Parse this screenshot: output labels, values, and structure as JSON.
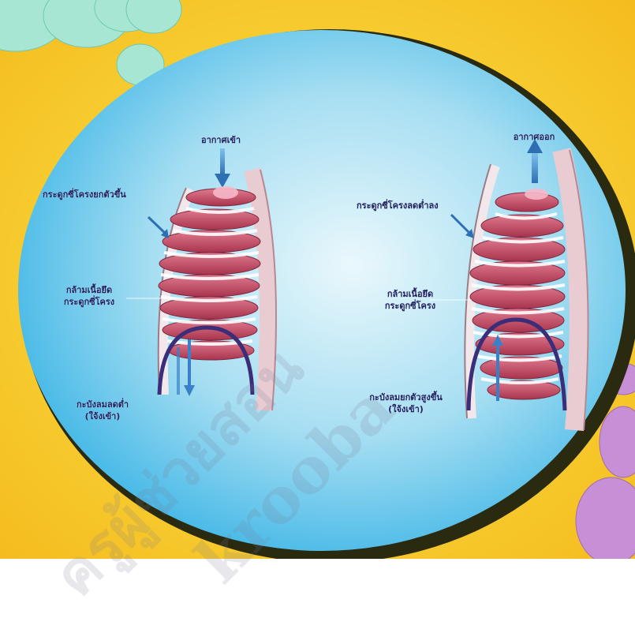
{
  "diagram": {
    "left_panel": {
      "air_label": "อากาศเข้า",
      "rib_label": "กระดูกซี่โครงยกตัวขึ้น",
      "muscle_label_line1": "กล้ามเนื้อยึด",
      "muscle_label_line2": "กระดูกซี่โครง",
      "diaphragm_label_line1": "กะบังลมลดต่ำ",
      "diaphragm_label_line2": "(ใจ้งเข้า)"
    },
    "right_panel": {
      "air_label": "อากาศออก",
      "rib_label": "กระดูกซี่โครงลดต่ำลง",
      "muscle_label_line1": "กล้ามเนื้อยึด",
      "muscle_label_line2": "กระดูกซี่โครง",
      "diaphragm_label_line1": "กะบังลมยกตัวสูงขึ้น",
      "diaphragm_label_line2": "(ใจ้งเข้า)"
    },
    "watermark": {
      "line1": "ครูผู้ช่วยสอน",
      "line2": "krooba"
    }
  },
  "colors": {
    "background": "#f9dc17",
    "circle_outline": "#2a2a10",
    "circle_fill": "#58c4ea",
    "rib": "#c9506a",
    "diaphragm": "#3b2d78",
    "arrow": "#3a80c8",
    "label": "#23205e"
  }
}
